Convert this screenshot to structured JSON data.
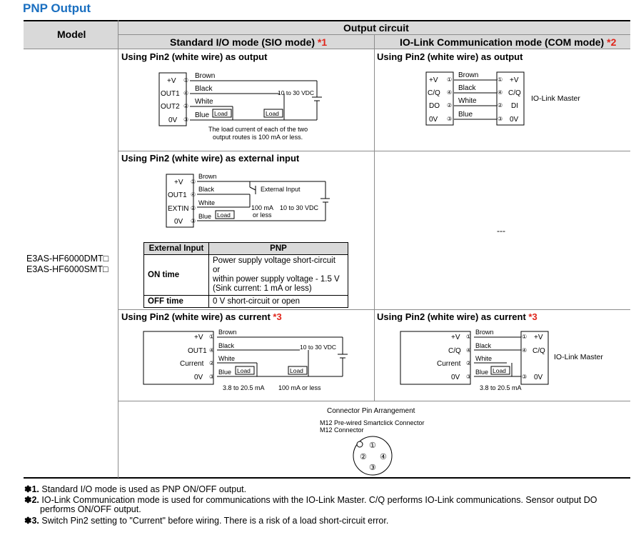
{
  "title": "PNP Output",
  "table": {
    "model_header": "Model",
    "output_circuit_header": "Output circuit",
    "sio_header": "Standard I/O mode (SIO mode) ",
    "sio_note": "*1",
    "com_header": "IO-Link Communication mode (COM mode) ",
    "com_note": "*2",
    "models": [
      "E3AS-HF6000DMT□",
      "E3AS-HF6000SMT□"
    ]
  },
  "sections": {
    "output_title": "Using Pin2 (white wire) as output",
    "input_title": "Using Pin2 (white wire) as external input",
    "current_title": "Using Pin2 (white wire) as current ",
    "current_note": "*3",
    "none_mark": "---"
  },
  "diagrams": {
    "plus_v": "+V",
    "out1": "OUT1",
    "out2": "OUT2",
    "zero_v": "0V",
    "extin": "EXTIN",
    "current": "Current",
    "cq": "C/Q",
    "do": "DO",
    "di": "DI",
    "brown": "Brown",
    "black": "Black",
    "white": "White",
    "blue": "Blue",
    "load": "Load",
    "vdc": "10 to 30 VDC",
    "load_note_1": "The load current of each of the two",
    "load_note_2": "output routes is 100 mA or less.",
    "io_link_master": "IO-Link Master",
    "external_input": "External Input",
    "ma100": "100 mA",
    "or_less": "or less",
    "range_current": "3.8 to 20.5 mA",
    "ma100_or_less": "100 mA or less",
    "pins": [
      "①",
      "②",
      "③",
      "④"
    ]
  },
  "ext_table": {
    "headers": [
      "External Input",
      "PNP"
    ],
    "rows": [
      [
        "ON time",
        "Power supply voltage short-circuit or",
        "within power supply voltage - 1.5 V",
        "(Sink current: 1 mA or less)"
      ],
      [
        "OFF time",
        "0 V short-circuit or open"
      ]
    ]
  },
  "connector": {
    "title": "Connector Pin Arrangement",
    "line1": "M12 Pre-wired Smartclick Connector",
    "line2": "M12 Connector"
  },
  "footnotes": [
    {
      "mark": "✽1.",
      "text": "Standard I/O mode is used as PNP ON/OFF output."
    },
    {
      "mark": "✽2.",
      "text": "IO-Link Communication mode is used for communications with the IO-Link Master. C/Q performs IO-Link communications. Sensor output DO"
    },
    {
      "mark": "",
      "text": "performs ON/OFF output."
    },
    {
      "mark": "✽3.",
      "text": "Switch Pin2 setting to \"Current\" before wiring. There is a risk of a load short-circuit error."
    }
  ]
}
